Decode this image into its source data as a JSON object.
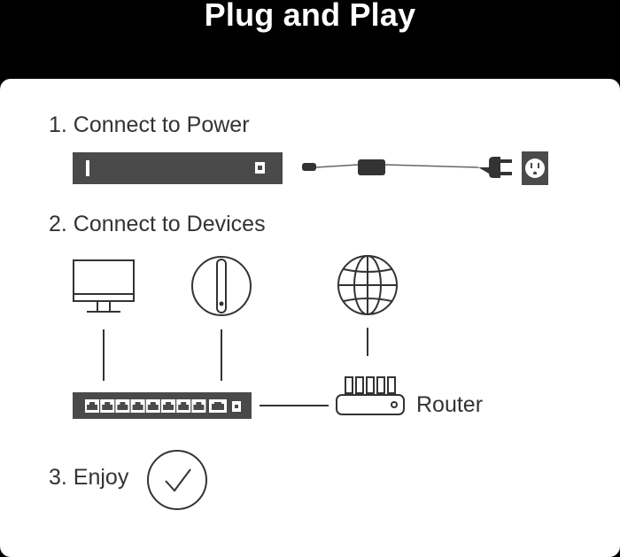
{
  "header": {
    "title": "Plug and Play"
  },
  "steps": [
    {
      "label": "1. Connect to Power"
    },
    {
      "label": "2. Connect to Devices"
    },
    {
      "label": "3. Enjoy"
    }
  ],
  "devices": {
    "router_label": "Router"
  },
  "colors": {
    "background": "#000000",
    "card": "#ffffff",
    "device": "#4a4a4a",
    "line": "#333333"
  }
}
